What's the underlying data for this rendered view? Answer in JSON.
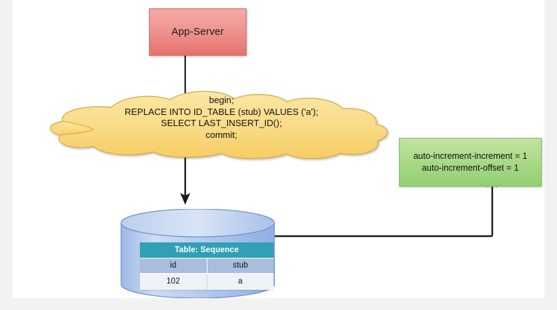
{
  "diagram": {
    "title_node": {
      "label": "App-Server"
    },
    "cloud": {
      "lines": [
        "begin;",
        "REPLACE INTO ID_TABLE (stub) VALUES ('a');",
        "SELECT LAST_INSERT_ID();",
        "commit;"
      ]
    },
    "settings_box": {
      "line1": "auto-increment-increment = 1",
      "line2": "auto-increment-offset = 1"
    },
    "database": {
      "table": {
        "title": "Table: Sequence",
        "columns": [
          "id",
          "stub"
        ],
        "rows": [
          [
            "102",
            "a"
          ]
        ]
      }
    },
    "colors": {
      "app_server_fill": "#e8716c",
      "app_server_border": "#c76f6a",
      "cloud_fill": "#f8d77a",
      "cloud_border": "#d8b košt",
      "settings_fill": "#92cf73",
      "settings_border": "#7fbf62",
      "cylinder_fill": "#b9cef0",
      "table_header_fill": "#2fa0b5",
      "table_colhead_fill": "#a8bedd",
      "table_row_fill": "#eef2f7",
      "connector_stroke": "#1a1a1a",
      "page_background": "#f2f2f2",
      "sheet_background": "#ffffff"
    }
  }
}
